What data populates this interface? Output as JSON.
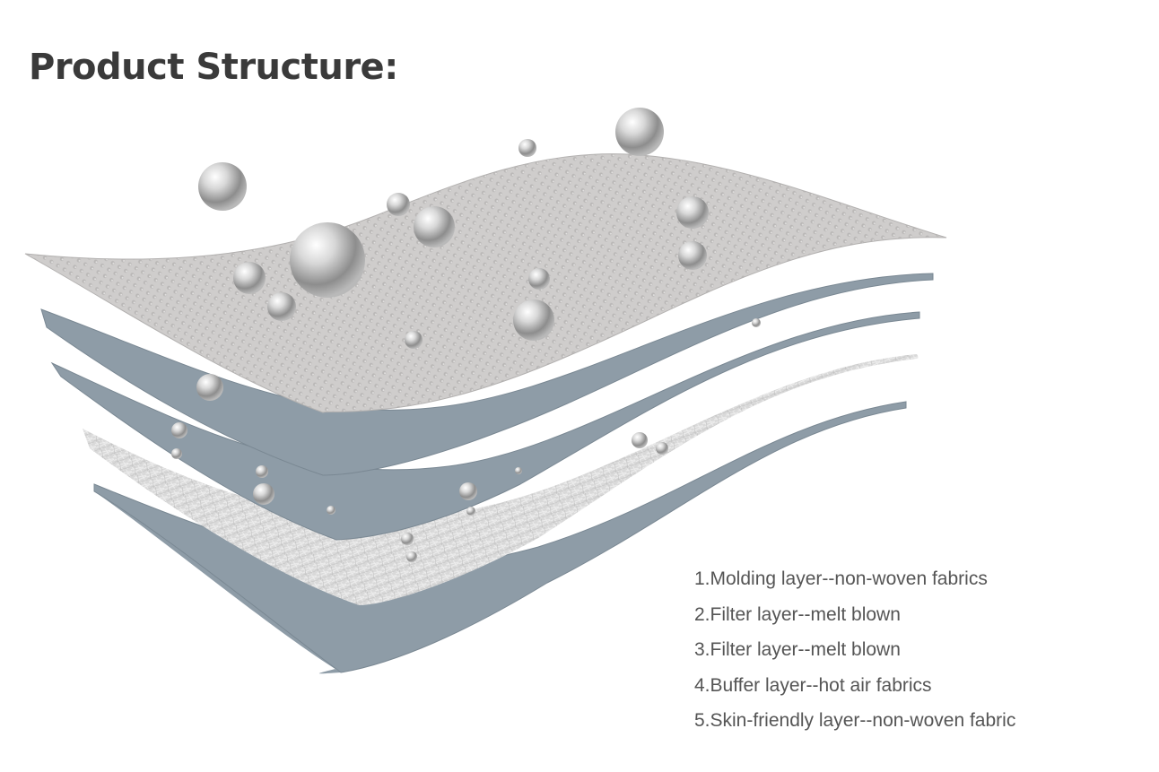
{
  "title": "Product Structure:",
  "layers": [
    "1.Molding layer--non-woven fabrics",
    "2.Filter layer--melt blown",
    "3.Filter layer--melt blown",
    "4.Buffer layer--hot air fabrics",
    "5.Skin-friendly layer--non-woven fabric"
  ],
  "colors": {
    "top_fabric": "#cfcdcc",
    "filter_layer": "#8e9ca7",
    "buffer_layer": "#d6d6d6",
    "title_text": "#3a3a3a",
    "legend_text": "#555555"
  }
}
